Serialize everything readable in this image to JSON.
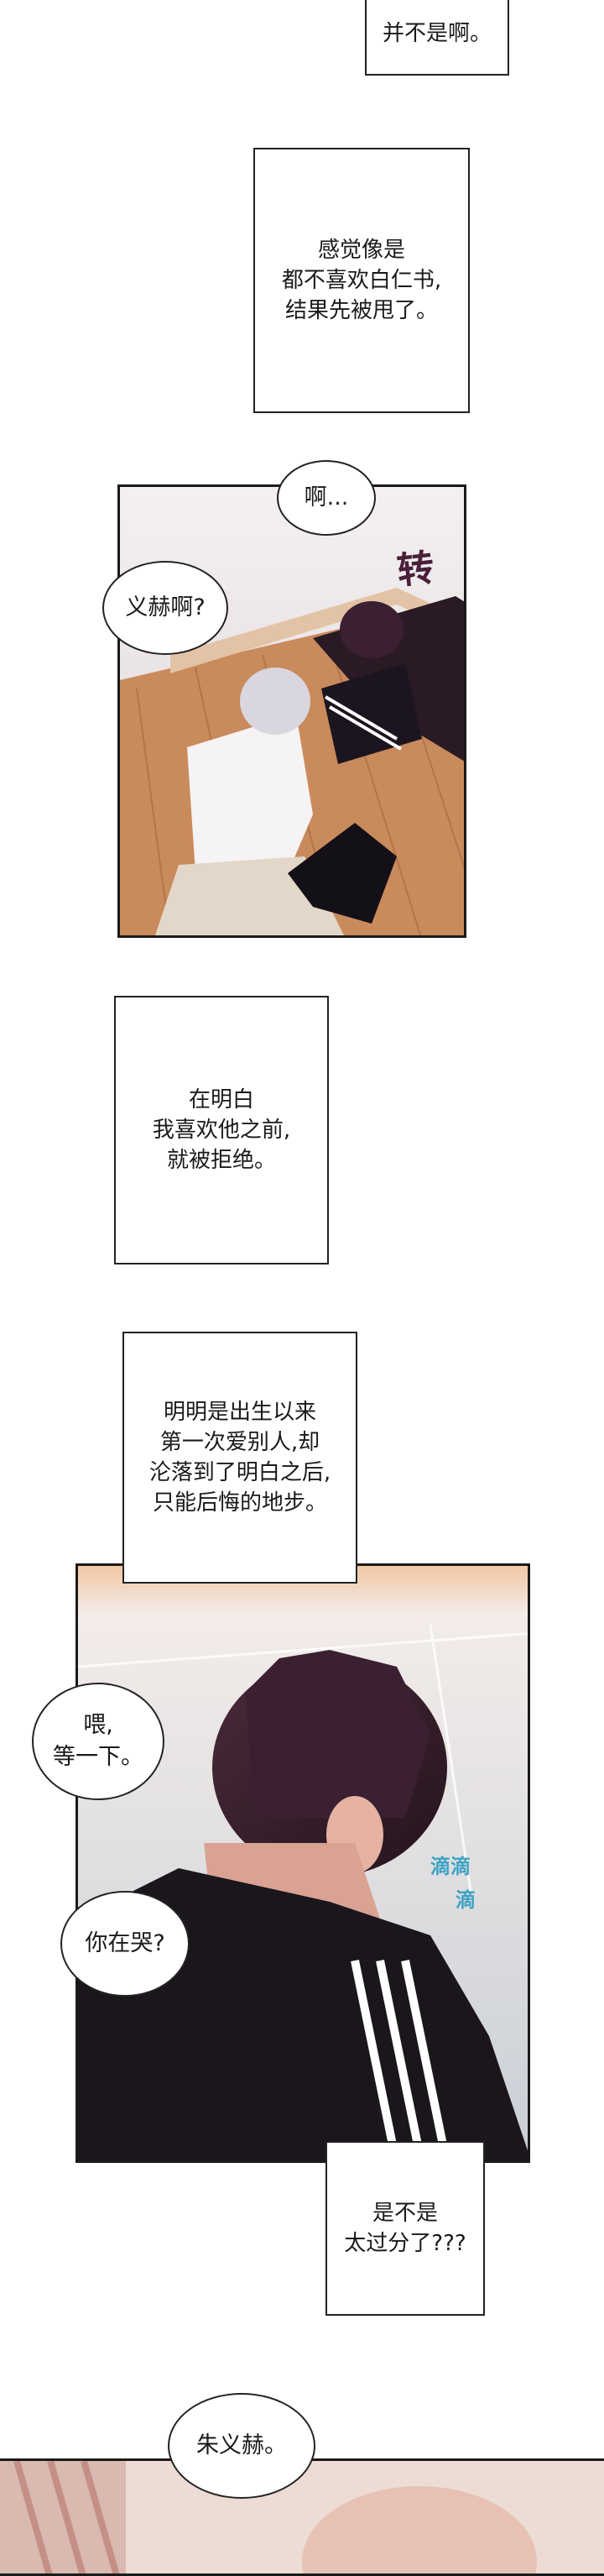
{
  "captions": {
    "c1": "并不是啊。",
    "c2": "感觉像是\n都不喜欢白仁书,\n结果先被甩了。",
    "c3": "在明白\n我喜欢他之前,\n就被拒绝。",
    "c4": "明明是出生以来\n第一次爱别人,却\n沦落到了明白之后,\n只能后悔的地步。",
    "c5": "是不是\n太过分了???"
  },
  "bubbles": {
    "b1": "啊...",
    "b2": "义赫啊?",
    "b3": "喂,\n等一下。",
    "b4": "你在哭?",
    "b5": "朱义赫。"
  },
  "sfx": {
    "turn": "转",
    "drip1": "滴滴",
    "drip2": "滴"
  },
  "colors": {
    "outline": "#222222",
    "floor": "#c98a5c",
    "wall": "#ece6e6",
    "hair_dark": "#3a2030",
    "sfx_turn": "#4a1f3a",
    "sfx_drip": "#3fa3c4"
  }
}
